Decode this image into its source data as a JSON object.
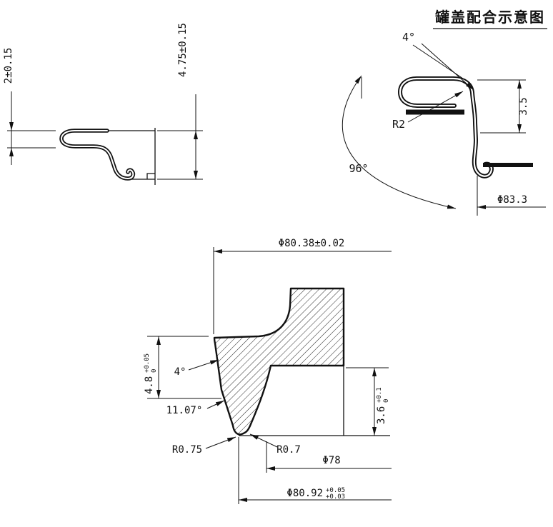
{
  "title": "罐盖配合示意图",
  "lid_profile_view": {
    "curl_height": "2±0.15",
    "total_height": "4.75±0.15"
  },
  "seam_view": {
    "wall_angle": "4°",
    "curl_radius": "R2",
    "seam_height": "3.5",
    "hook_angle": "96°",
    "seam_diameter": "Φ83.3"
  },
  "section_view": {
    "top_diameter": "Φ80.38±0.02",
    "wall_angle": "4°",
    "left_height": {
      "value": "4.8",
      "tol_upper": "+0.05",
      "tol_lower": "0"
    },
    "flank_angle": "11.07°",
    "right_height": {
      "value": "3.6",
      "tol_upper": "+0.1",
      "tol_lower": "0"
    },
    "tip_radius_left": "R0.75",
    "tip_radius_right": "R0.7",
    "inner_diameter": "Φ78",
    "bottom_diameter": {
      "value": "Φ80.92",
      "tol_upper": "+0.05",
      "tol_lower": "+0.03"
    }
  }
}
